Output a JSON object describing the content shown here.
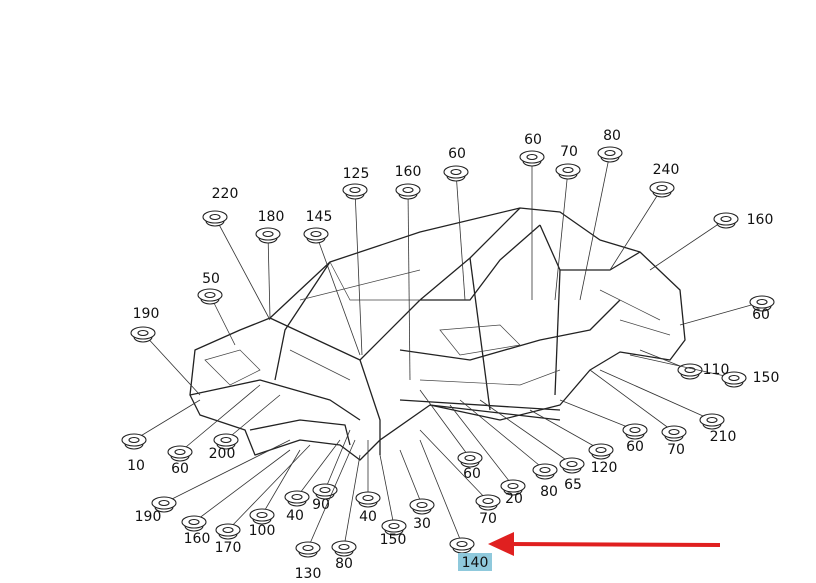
{
  "diagram": {
    "title": "Car body grommets and plugs",
    "highlight_color": "#8fc9dc",
    "arrow_color": "#e02020",
    "highlighted_part": "140",
    "labels": [
      "220",
      "180",
      "145",
      "125",
      "160",
      "60",
      "60",
      "70",
      "80",
      "240",
      "160",
      "50",
      "190",
      "60",
      "110",
      "150",
      "210",
      "10",
      "60",
      "200",
      "120",
      "60",
      "70",
      "60",
      "20",
      "80",
      "65",
      "190",
      "40",
      "90",
      "100",
      "160",
      "170",
      "40",
      "30",
      "70",
      "150",
      "80",
      "130",
      "140"
    ]
  }
}
